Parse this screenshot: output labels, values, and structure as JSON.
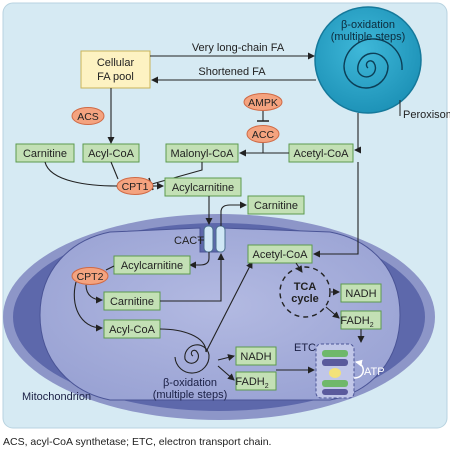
{
  "peroxisome": {
    "label": "Peroxisome",
    "beta_oxidation_title": "β-oxidation",
    "beta_oxidation_sub": "(multiple steps)"
  },
  "cytosol": {
    "cellular_fa_pool": [
      "Cellular",
      "FA pool"
    ],
    "very_long_chain_fa": "Very long-chain FA",
    "shortened_fa": "Shortened FA",
    "acs": "ACS",
    "ampk": "AMPK",
    "acc": "ACC",
    "carnitine": "Carnitine",
    "acyl_coa": "Acyl-CoA",
    "malonyl_coa": "Malonyl-CoA",
    "acetyl_coa": "Acetyl-CoA",
    "cpt1": "CPT1",
    "acylcarnitine": "Acylcarnitine",
    "carnitine_out": "Carnitine",
    "cact": "CACT"
  },
  "mitochondrion": {
    "label": "Mitochondrion",
    "acylcarnitine": "Acylcarnitine",
    "cpt2": "CPT2",
    "carnitine": "Carnitine",
    "acyl_coa": "Acyl-CoA",
    "acetyl_coa": "Acetyl-CoA",
    "tca_cycle": [
      "TCA",
      "cycle"
    ],
    "nadh_top": "NADH",
    "fadh2_top": "FADH",
    "nadh_bottom": "NADH",
    "fadh2_bottom": "FADH",
    "subscript_2": "2",
    "beta_oxidation_title": "β-oxidation",
    "beta_oxidation_sub": "(multiple steps)",
    "etc": "ETC",
    "atp": "ATP"
  },
  "caption": "ACS, acyl-CoA synthetase; ETC, electron transport chain.",
  "colors": {
    "cytosol_bg": "#d6eaf3",
    "mito_outer": "#8d96c8",
    "mito_inner": "#5d68ab",
    "matrix": "#a6aedb",
    "peroxisome": "#2ba9cc",
    "green_box": "#c3e0b5",
    "green_border": "#5c9a4e",
    "yellow_box": "#fdf2c2",
    "enzyme_oval": "#f4a37f",
    "enzyme_border": "#d06a45"
  }
}
